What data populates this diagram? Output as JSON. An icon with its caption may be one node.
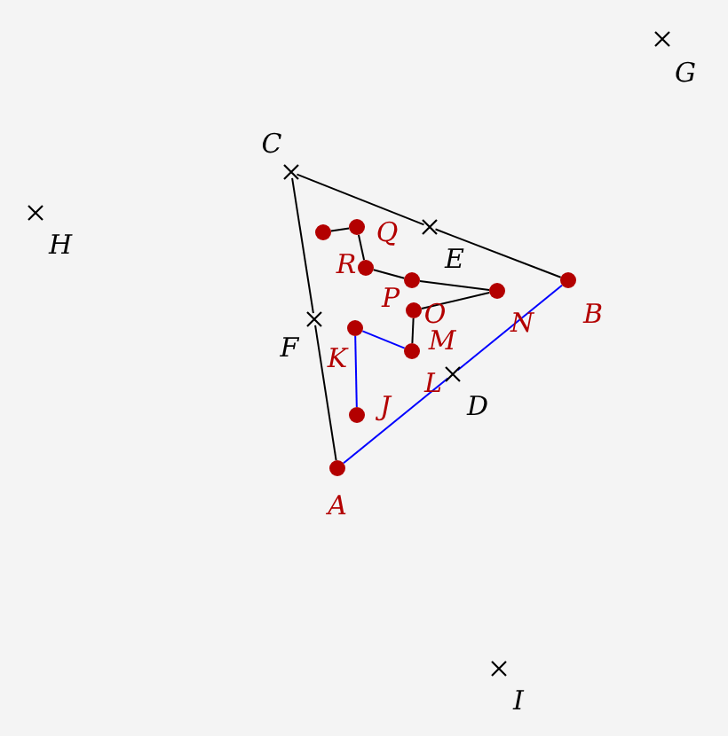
{
  "diagram": {
    "nodes": [
      {
        "text": [
          "A"
        ]
      },
      {
        "text": [
          "B"
        ]
      },
      {
        "text": [
          "C"
        ]
      },
      {
        "text": [
          "D"
        ]
      },
      {
        "text": [
          "E"
        ]
      },
      {
        "text": [
          "F"
        ]
      },
      {
        "text": [
          "G"
        ]
      },
      {
        "text": [
          "H"
        ]
      },
      {
        "text": [
          "I"
        ]
      },
      {
        "text": [
          "J"
        ]
      },
      {
        "text": [
          "K"
        ]
      },
      {
        "text": [
          "M"
        ]
      },
      {
        "text": [
          "N"
        ]
      },
      {
        "text": [
          "O"
        ]
      },
      {
        "text": [
          "P"
        ]
      },
      {
        "text": [
          "Q"
        ]
      },
      {
        "text": [
          "R"
        ]
      },
      {
        "text": [],
        "shape": "circle"
      }
    ],
    "edges": [
      {
        "from": 2,
        "to": 5,
        "arrow": "none"
      },
      {
        "from": 5,
        "to": 0,
        "arrow": "none"
      },
      {
        "from": 2,
        "to": 4,
        "arrow": "none"
      },
      {
        "from": 4,
        "to": 1,
        "arrow": "none"
      },
      {
        "from": 0,
        "to": 3,
        "arrow": "none",
        "color": "#0000ff"
      },
      {
        "from": 3,
        "to": 1,
        "arrow": "none",
        "color": "#0000ff"
      },
      {
        "from": 17,
        "to": 15,
        "arrow": "none"
      },
      {
        "from": 15,
        "to": 16,
        "arrow": "none"
      },
      {
        "from": 16,
        "to": 14,
        "arrow": "none"
      },
      {
        "from": 14,
        "to": 12,
        "arrow": "none"
      },
      {
        "from": 12,
        "to": 13,
        "arrow": "none"
      },
      {
        "from": 13,
        "to": 11,
        "arrow": "none"
      },
      {
        "from": 11,
        "to": 10,
        "arrow": "none",
        "color": "#0000ff"
      },
      {
        "from": 10,
        "to": 9,
        "arrow": "none",
        "color": "#0000ff"
      }
    ],
    "labels": [
      "L"
    ]
  }
}
